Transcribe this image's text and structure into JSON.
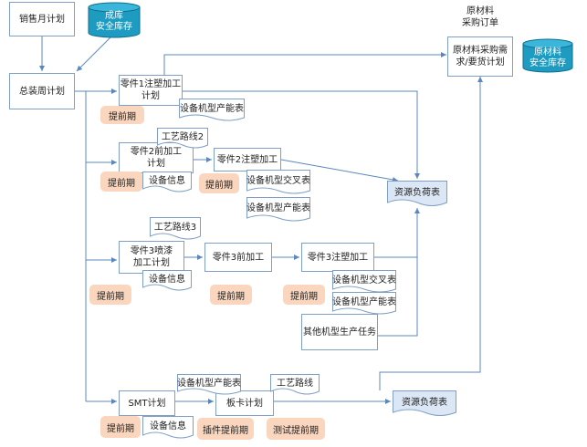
{
  "nodes": {
    "sales_plan": "销售月计划",
    "fg_stock": "成库\n安全库存",
    "raw_po": "原材料\n采购订单",
    "raw_req": "原材料采购需\n求/要货计划",
    "raw_stock": "原材料\n安全库存",
    "assembly_plan": "总装周计划",
    "p1_injection": "零件1注塑加工\n计划",
    "p2_pre": "零件2前加工\n计划",
    "p2_injection": "零件2注塑加工",
    "p3_spray": "零件3喷漆\n加工计划",
    "p3_pre": "零件3前加工",
    "p3_injection": "零件3注塑加工",
    "other_tasks": "其他机型生产任务",
    "smt_plan": "SMT计划",
    "board_plan": "板卡计划"
  },
  "documents": {
    "cap1": "设备机型产能表",
    "route2": "工艺路线2",
    "equip2": "设备信息",
    "cross2": "设备机型交叉表",
    "cap2": "设备机型产能表",
    "route3": "工艺路线3",
    "equip3": "设备信息",
    "cross3": "设备机型交叉表",
    "cap3": "设备机型产能表",
    "cap_smt": "设备机型产能表",
    "route_board": "工艺路线",
    "equip_smt": "设备信息",
    "load1": "资源负荷表",
    "load2": "资源负荷表"
  },
  "tags": {
    "lead1": "提前期",
    "lead2": "提前期",
    "lead3": "提前期",
    "lead4": "提前期",
    "lead5": "提前期",
    "lead6": "提前期",
    "lead7": "提前期",
    "insert_lead": "插件提前期",
    "test_lead": "测试提前期"
  },
  "colors": {
    "border": "#7f9fc4",
    "arrow": "#5b87bd",
    "tag_fill": "#f9d6bd",
    "load_fill": "#dbe7f5",
    "cylinder": "#1e9bc1"
  }
}
